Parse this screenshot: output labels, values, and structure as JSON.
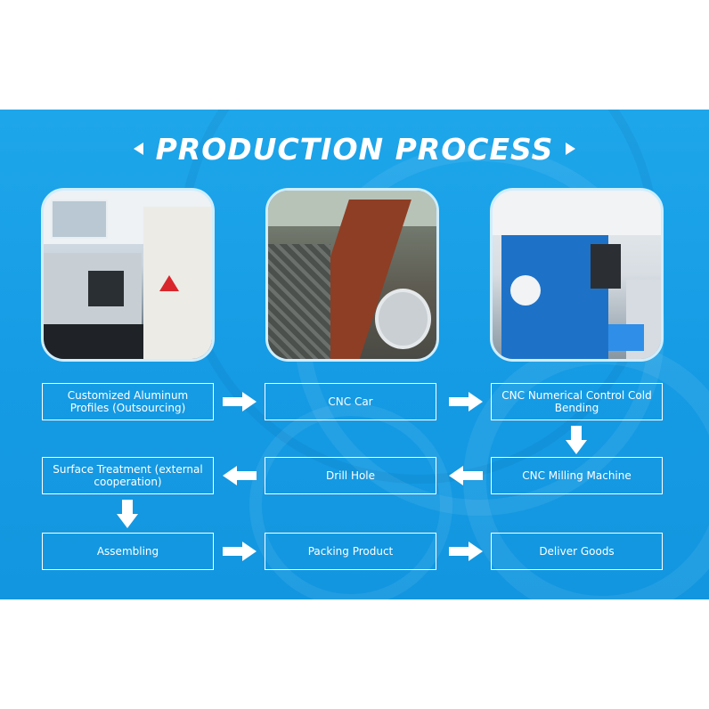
{
  "header": {
    "title": "PRODUCTION PROCESS"
  },
  "colors": {
    "banner_blue": "#1ea6ea",
    "box_border": "#ffffff",
    "arrow": "#ffffff"
  },
  "photos": [
    {
      "label": "cnc-lathe-workshop-photo"
    },
    {
      "label": "aluminum-profile-conveyor-photo"
    },
    {
      "label": "cnc-milling-machine-photo"
    }
  ],
  "steps": [
    {
      "row": 1,
      "col": 1,
      "label": "Customized Aluminum Profiles (Outsourcing)"
    },
    {
      "row": 1,
      "col": 2,
      "label": "CNC Car"
    },
    {
      "row": 1,
      "col": 3,
      "label": "CNC Numerical Control Cold Bending"
    },
    {
      "row": 2,
      "col": 3,
      "label": "CNC Milling Machine"
    },
    {
      "row": 2,
      "col": 2,
      "label": "Drill Hole"
    },
    {
      "row": 2,
      "col": 1,
      "label": "Surface Treatment (external cooperation)"
    },
    {
      "row": 3,
      "col": 1,
      "label": "Assembling"
    },
    {
      "row": 3,
      "col": 2,
      "label": "Packing Product"
    },
    {
      "row": 3,
      "col": 3,
      "label": "Deliver Goods"
    }
  ],
  "flow_arrows": [
    {
      "from": 0,
      "to": 1,
      "direction": "right"
    },
    {
      "from": 1,
      "to": 2,
      "direction": "right"
    },
    {
      "from": 2,
      "to": 3,
      "direction": "down"
    },
    {
      "from": 3,
      "to": 4,
      "direction": "left"
    },
    {
      "from": 4,
      "to": 5,
      "direction": "left"
    },
    {
      "from": 5,
      "to": 6,
      "direction": "down"
    },
    {
      "from": 6,
      "to": 7,
      "direction": "right"
    },
    {
      "from": 7,
      "to": 8,
      "direction": "right"
    }
  ]
}
